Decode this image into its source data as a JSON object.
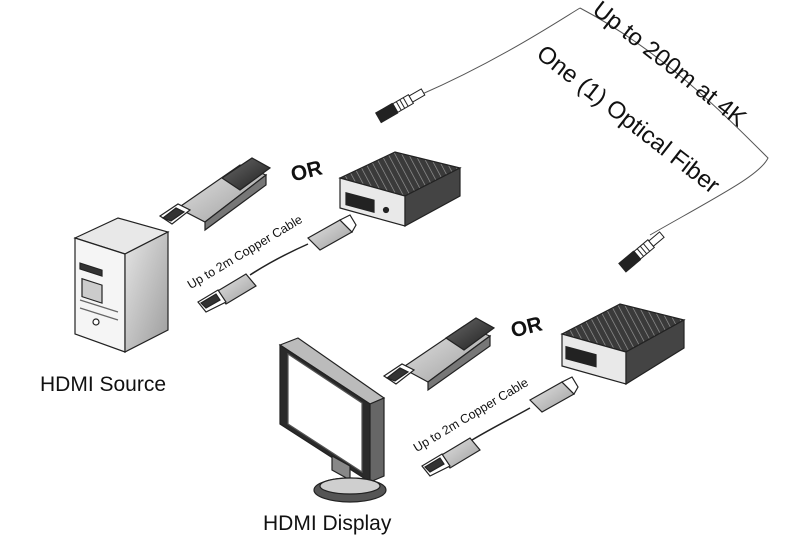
{
  "labels": {
    "source": "HDMI Source",
    "display": "HDMI Display",
    "or_top": "OR",
    "or_bottom": "OR",
    "distance": "Up to 200m at 4K",
    "fiber": "One (1) Optical Fiber",
    "copper_top": "Up to 2m Copper Cable",
    "copper_bottom": "Up to 2m Copper Cable"
  }
}
